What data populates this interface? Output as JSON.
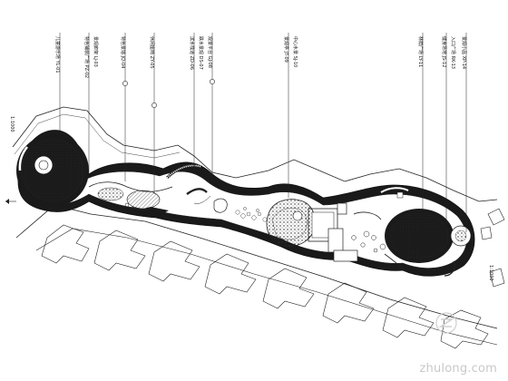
{
  "drawing": {
    "scale_left": "1:1000",
    "scale_right": "1:1000",
    "callouts": [
      "儿童游乐场 YL-01",
      "特色铺装广场 PZ-02",
      "景观廊架 LJ-03",
      "特色景墙 JQ-04",
      "休闲座椅 ZY-05",
      "滨水栈道 ZD-06",
      "跌水景观 DS-07",
      "观景平台 GJ-08",
      "景观亭 JT-09",
      "中心水景 SJ-10",
      "林荫广场 LY-11",
      "健身场地 JS-12",
      "入口广场 RK-13",
      "景观小品 XP-14"
    ]
  },
  "watermark": {
    "text": "zhulong.com",
    "icon": "zhulong-logo-icon"
  }
}
